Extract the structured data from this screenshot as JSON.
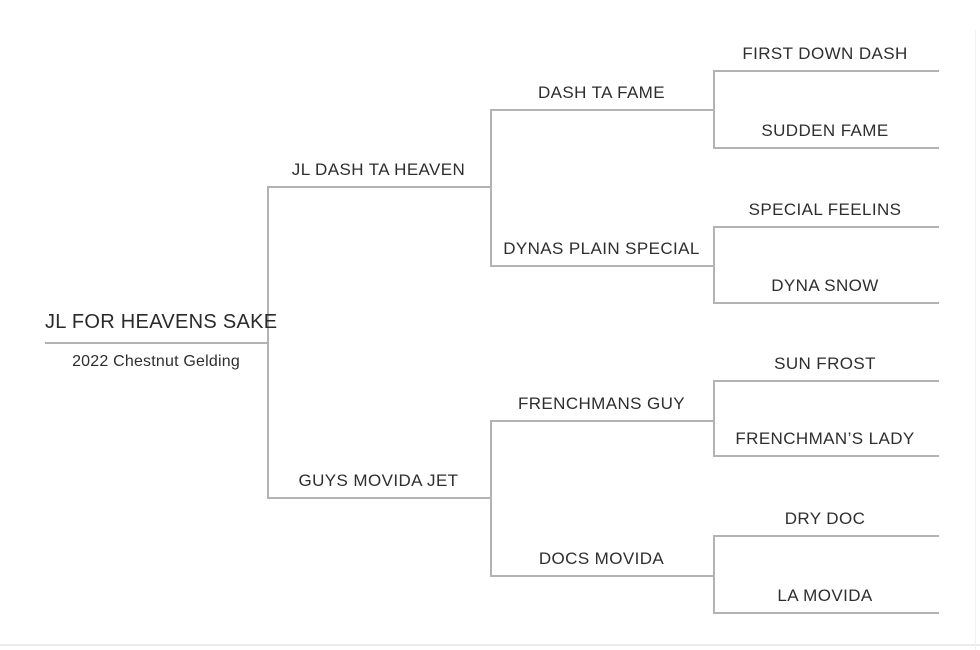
{
  "page": {
    "background_color": "#ffffff",
    "line_color": "#b3b3b3",
    "text_color": "#2e2e2e"
  },
  "pedigree": {
    "subject_details": "2022 Chestnut Gelding",
    "nodes": [
      {
        "id": "subject",
        "name": "JL FOR HEAVENS SAKE",
        "generation": 0,
        "relation": "subject"
      },
      {
        "id": "sire",
        "name": "JL DASH TA HEAVEN",
        "generation": 1,
        "relation": "sire"
      },
      {
        "id": "dam",
        "name": "GUYS MOVIDA JET",
        "generation": 1,
        "relation": "dam"
      },
      {
        "id": "sire-sire",
        "name": "DASH TA FAME",
        "generation": 2,
        "relation": "sire of sire"
      },
      {
        "id": "sire-dam",
        "name": "DYNAS PLAIN SPECIAL",
        "generation": 2,
        "relation": "dam of sire"
      },
      {
        "id": "dam-sire",
        "name": "FRENCHMANS GUY",
        "generation": 2,
        "relation": "sire of dam"
      },
      {
        "id": "dam-dam",
        "name": "DOCS MOVIDA",
        "generation": 2,
        "relation": "dam of dam"
      },
      {
        "id": "sire-sire-sire",
        "name": "FIRST DOWN DASH",
        "generation": 3,
        "relation": "sire of sire of sire"
      },
      {
        "id": "sire-sire-dam",
        "name": "SUDDEN FAME",
        "generation": 3,
        "relation": "dam of sire of sire"
      },
      {
        "id": "sire-dam-sire",
        "name": "SPECIAL FEELINS",
        "generation": 3,
        "relation": "sire of dam of sire"
      },
      {
        "id": "sire-dam-dam",
        "name": "DYNA SNOW",
        "generation": 3,
        "relation": "dam of dam of sire"
      },
      {
        "id": "dam-sire-sire",
        "name": "SUN FROST",
        "generation": 3,
        "relation": "sire of sire of dam"
      },
      {
        "id": "dam-sire-dam",
        "name": "FRENCHMAN’S LADY",
        "generation": 3,
        "relation": "dam of sire of dam"
      },
      {
        "id": "dam-dam-sire",
        "name": "DRY DOC",
        "generation": 3,
        "relation": "sire of dam of dam"
      },
      {
        "id": "dam-dam-dam",
        "name": "LA MOVIDA",
        "generation": 3,
        "relation": "dam of dam of dam"
      }
    ]
  }
}
